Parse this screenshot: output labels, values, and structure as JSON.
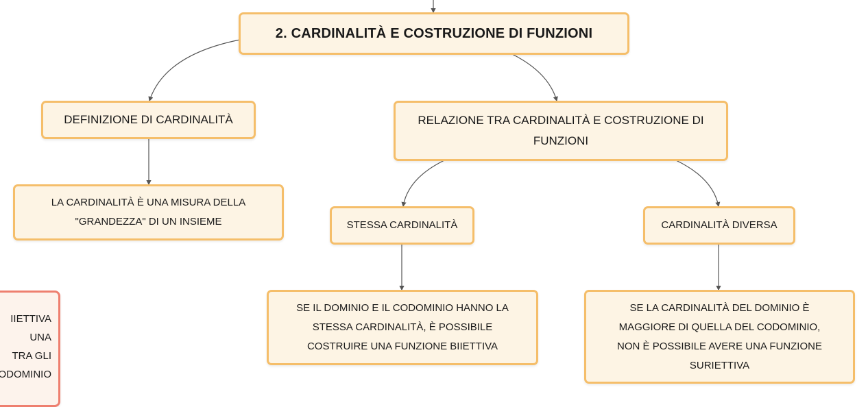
{
  "root": {
    "label": "2. CARDINALITÀ E COSTRUZIONE DI FUNZIONI"
  },
  "definizione": {
    "label": "DEFINIZIONE DI CARDINALITÀ"
  },
  "misura": {
    "lines": [
      "LA CARDINALITÀ È UNA MISURA DELLA",
      "\"GRANDEZZA\" DI UN INSIEME"
    ]
  },
  "relazione": {
    "lines": [
      "RELAZIONE TRA CARDINALITÀ E COSTRUZIONE DI",
      "FUNZIONI"
    ]
  },
  "stessa": {
    "label": "STESSA CARDINALITÀ"
  },
  "diversa": {
    "label": "CARDINALITÀ DIVERSA"
  },
  "stessa_detail": {
    "lines": [
      "SE IL DOMINIO E IL CODOMINIO HANNO LA",
      "STESSA CARDINALITÀ, È POSSIBILE",
      "COSTRUIRE UNA FUNZIONE BIIETTIVA"
    ]
  },
  "diversa_detail": {
    "lines": [
      "SE LA CARDINALITÀ DEL DOMINIO È",
      "MAGGIORE DI QUELLA DEL CODOMINIO,",
      "NON È POSSIBILE AVERE UNA FUNZIONE",
      "SURIETTIVA"
    ]
  },
  "side_partial": {
    "lines": [
      "IIETTIVA",
      "UNA",
      "TRA GLI",
      "ODOMINIO"
    ]
  },
  "colors": {
    "node_fill": "#fdf4e4",
    "node_border": "#f5be6a",
    "side_border": "#ee7f6f",
    "connector": "#555555"
  }
}
